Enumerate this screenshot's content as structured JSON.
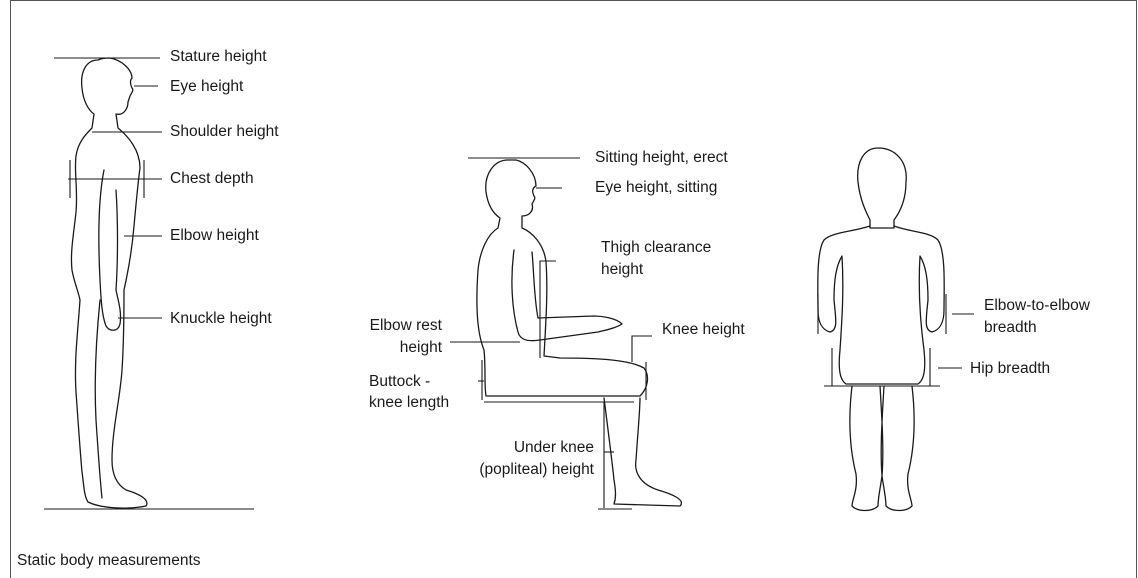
{
  "caption": "Static body measurements",
  "standing_labels": {
    "stature_height": "Stature height",
    "eye_height": "Eye height",
    "shoulder_height": "Shoulder height",
    "chest_depth": "Chest depth",
    "elbow_height": "Elbow height",
    "knuckle_height": "Knuckle height"
  },
  "sitting_labels": {
    "sitting_height_erect": "Sitting height, erect",
    "eye_height_sitting": "Eye height, sitting",
    "thigh_clearance_line1": "Thigh clearance",
    "thigh_clearance_line2": "height",
    "knee_height": "Knee height",
    "elbow_rest_line1": "Elbow rest",
    "elbow_rest_line2": "height",
    "buttock_knee_line1": "Buttock -",
    "buttock_knee_line2": "knee length",
    "under_knee_line1": "Under knee",
    "under_knee_line2": "(popliteal) height"
  },
  "back_labels": {
    "elbow_to_elbow_line1": "Elbow-to-elbow",
    "elbow_to_elbow_line2": "breadth",
    "hip_breadth": "Hip breadth"
  }
}
